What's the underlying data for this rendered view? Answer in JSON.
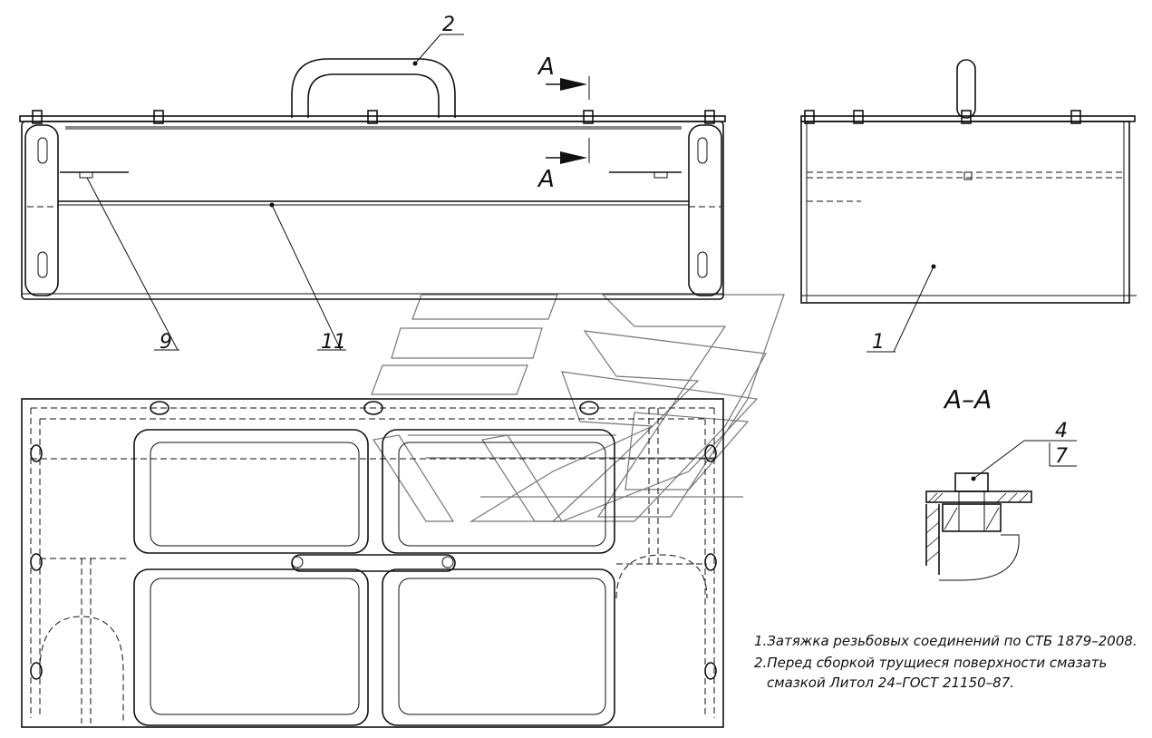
{
  "section": {
    "title": "А–А",
    "mark_top": "А",
    "mark_bottom": "А"
  },
  "callouts": {
    "c2": "2",
    "c9": "9",
    "c11": "11",
    "c1": "1",
    "c4": "4",
    "c7": "7"
  },
  "notes": [
    "1.Затяжка резьбовых соединений по СТБ 1879–2008.",
    "2.Перед сборкой трущиеся поверхности смазать",
    "смазкой Литол 24–ГОСТ 21150–87."
  ]
}
